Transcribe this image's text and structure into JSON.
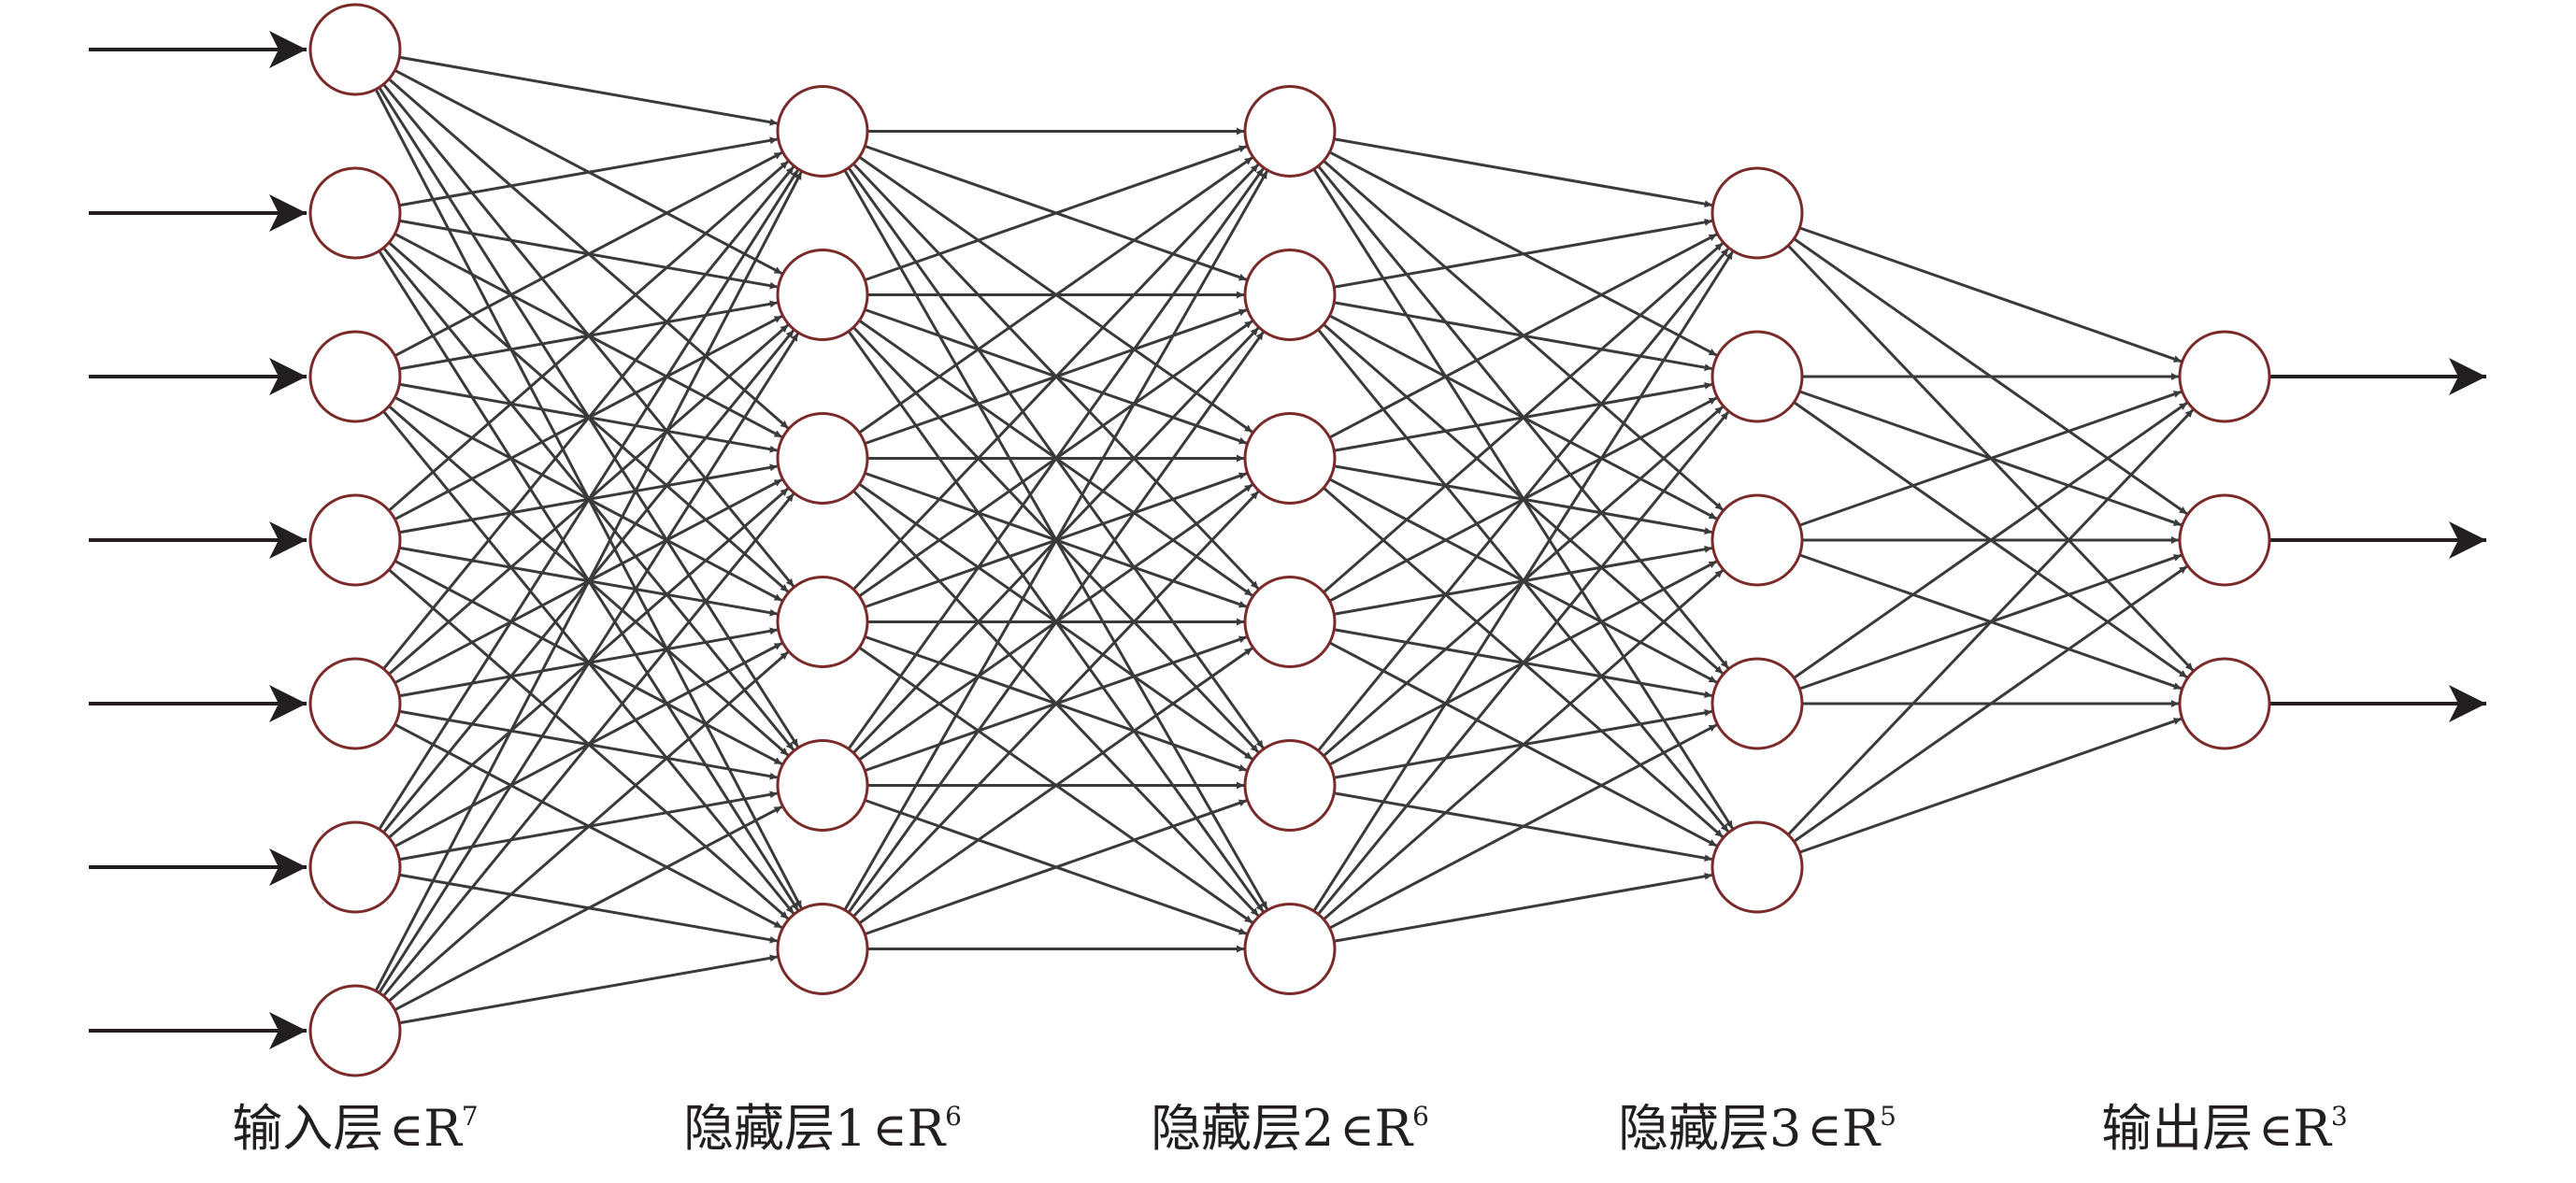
{
  "diagram": {
    "layers": [
      {
        "name": "输入层",
        "space": "R",
        "dim": "7",
        "nodes": 7
      },
      {
        "name": "隐藏层1",
        "space": "R",
        "dim": "6",
        "nodes": 6
      },
      {
        "name": "隐藏层2",
        "space": "R",
        "dim": "6",
        "nodes": 6
      },
      {
        "name": "隐藏层3",
        "space": "R",
        "dim": "5",
        "nodes": 5
      },
      {
        "name": "输出层",
        "space": "R",
        "dim": "3",
        "nodes": 3
      }
    ],
    "element_of_symbol": "∈",
    "connectivity": "fully-connected",
    "colors": {
      "node_stroke": "#7b2a2a",
      "edge": "#3a3a3a",
      "io_arrow": "#231f20",
      "label": "#231f20"
    }
  }
}
